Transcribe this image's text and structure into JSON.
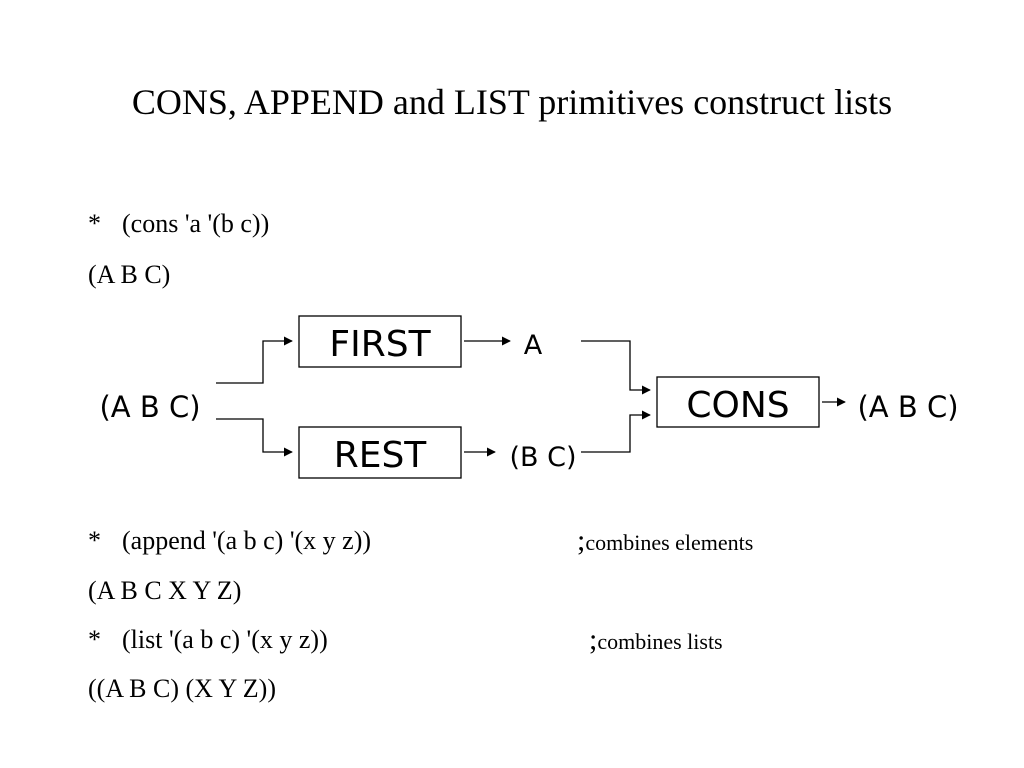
{
  "slide": {
    "title": "CONS, APPEND and LIST primitives construct lists"
  },
  "examples": {
    "cons": {
      "bullet": "*",
      "code": "(cons 'a '(b c))",
      "result": "(A B C)"
    },
    "append": {
      "bullet": "*",
      "code": "(append '(a b c) '(x y z))",
      "comment_prefix": ";",
      "comment": "combines elements",
      "result": "(A B C X Y Z)"
    },
    "list": {
      "bullet": "*",
      "code": "(list '(a b c) '(x y z))",
      "comment_prefix": ";",
      "comment": "combines lists",
      "result": "((A B C) (X Y Z))"
    }
  },
  "diagram": {
    "input_label": "(A B C)",
    "first_box": "FIRST",
    "rest_box": "REST",
    "first_output": "A",
    "rest_output": "(B C)",
    "cons_box": "CONS",
    "cons_output": "(A B C)"
  }
}
